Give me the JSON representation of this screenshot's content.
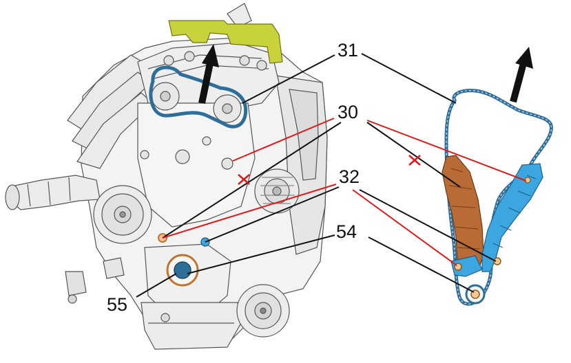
{
  "callouts": {
    "c31": "31",
    "c30": "30",
    "c32": "32",
    "c54": "54",
    "c55": "55"
  },
  "colors": {
    "leader_red": "#e01818",
    "leader_black": "#111111",
    "chain_blue": "#2f6e98",
    "tensioner_blue": "#3ca6e0",
    "guide_brown": "#b86b34",
    "cover_yellow": "#c8d23a",
    "engine_fill": "#f2f2f2",
    "engine_line": "#555555",
    "arrow": "#111111"
  },
  "icons": {
    "remove_mark": "red-x-mark",
    "direction": "up-arrow"
  }
}
